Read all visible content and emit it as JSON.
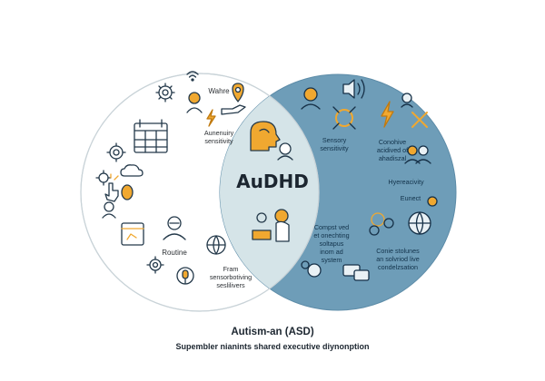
{
  "center_label": "AuDHD",
  "left_labels": {
    "wahre": "Wahre",
    "sensitivity": "Aunenuiry\nsensitivity",
    "routine": "Routine",
    "fram": "Fram\nsensorbotiving\nseslilivers"
  },
  "overlap_labels": {
    "compst": "Compst ved\net onechting\nsoltapus\ninom ad\nsystem"
  },
  "right_labels": {
    "sensory": "Sensory\nsensitivity",
    "conohive": "Conohive\nacidived of\nahadiszal",
    "hyperactivity": "Hyereacivity",
    "eunect": "Eunect",
    "conie": "Conie stolunes\nan solvriod live\ncondelzsation"
  },
  "caption": {
    "title": "Autism-an (ASD)",
    "subtitle": "Supembler nianints shared executive diynonption"
  },
  "colors": {
    "left_circle_fill": "#ffffff",
    "left_circle_stroke": "#c9d3d8",
    "right_circle_fill": "#6e9db8",
    "overlap_fill": "#d5e4e8",
    "accent_orange": "#f0a830",
    "icon_stroke": "#24394a"
  },
  "icons": {
    "left": [
      "wifi-icon",
      "gear-icon",
      "person-icon",
      "location-pin-icon",
      "hand-icon",
      "lightning-icon",
      "calendar-icon",
      "gear-icon",
      "cloud-icon",
      "gear-icon",
      "hand-pointer-icon",
      "brain-icon",
      "cloud-icon",
      "person-icon",
      "calendar-icon",
      "person-icon",
      "gear-icon",
      "microphone-icon",
      "globe-icon"
    ],
    "overlap": [
      "head-profile-icon",
      "person-icon",
      "person-laptop-icon"
    ],
    "right": [
      "speaker-icon",
      "person-icon",
      "gear-icon",
      "arrows-icon",
      "lightning-icon",
      "person-icon",
      "tools-icon",
      "person-icon",
      "gear-icon",
      "globe-icon",
      "chat-icon",
      "person-icon"
    ]
  }
}
